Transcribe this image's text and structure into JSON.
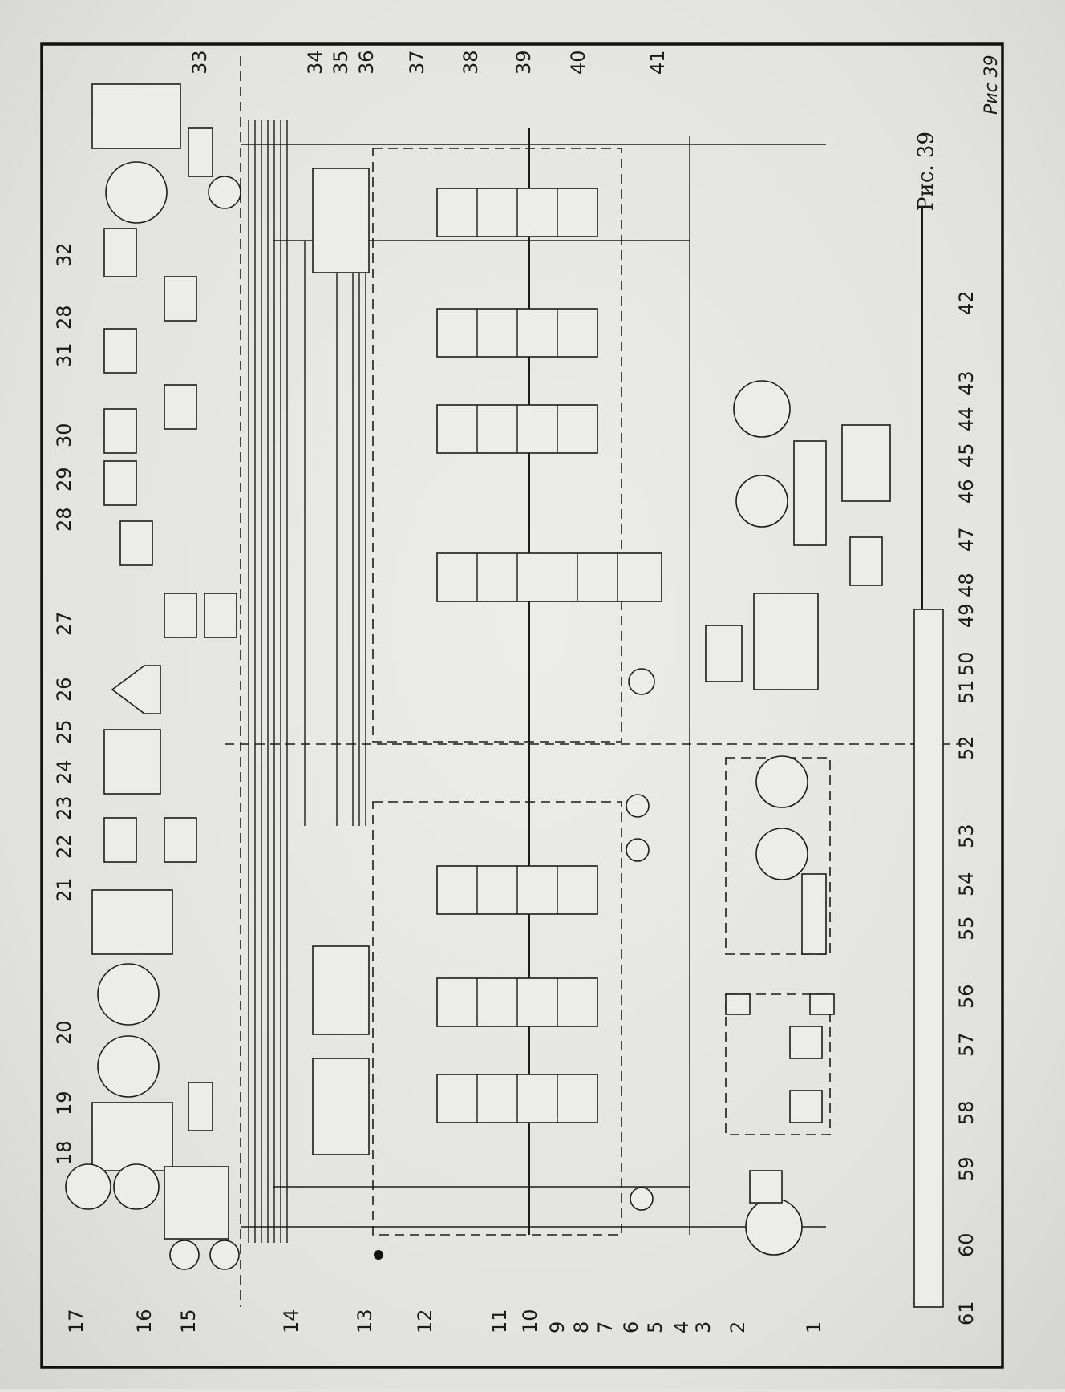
{
  "figure_caption": "Рис. 39",
  "handwritten_note": "Рис 39",
  "callouts": {
    "1": "1",
    "2": "2",
    "3": "3",
    "4": "4",
    "5": "5",
    "6": "6",
    "7": "7",
    "8": "8",
    "9": "9",
    "10": "10",
    "11": "11",
    "12": "12",
    "13": "13",
    "14": "14",
    "15": "15",
    "16": "16",
    "17": "17",
    "18": "18",
    "19": "19",
    "20": "20",
    "21": "21",
    "22": "22",
    "23": "23",
    "24": "24",
    "25": "25",
    "26": "26",
    "27": "27",
    "28a": "28",
    "28b": "28",
    "29": "29",
    "30": "30",
    "31": "31",
    "32": "32",
    "33": "33",
    "34": "34",
    "35": "35",
    "36": "36",
    "37": "37",
    "38": "38",
    "39": "39",
    "40": "40",
    "41": "41",
    "42": "42",
    "43": "43",
    "44": "44",
    "45": "45",
    "46": "46",
    "47": "47",
    "4948": "49 48",
    "50": "50",
    "51": "51",
    "52": "52",
    "53": "53",
    "54": "54",
    "55": "55",
    "56": "56",
    "57": "57",
    "58": "58",
    "59": "59",
    "60": "60",
    "61": "61"
  }
}
